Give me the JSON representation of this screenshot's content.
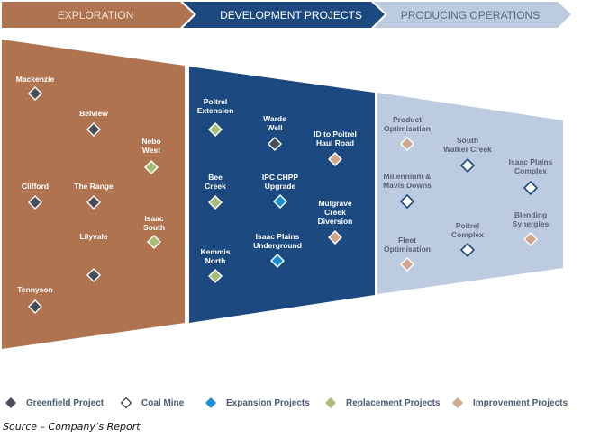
{
  "header": {
    "stages": [
      {
        "label": "EXPLORATION",
        "color": "#b07350",
        "text_color": "#f0e0d4"
      },
      {
        "label": "DEVELOPMENT PROJECTS",
        "color": "#1c4a80",
        "text_color": "#ffffff"
      },
      {
        "label": "PRODUCING OPERATIONS",
        "color": "#bccbdf",
        "text_color": "#5a6a86"
      }
    ]
  },
  "panels": [
    {
      "name": "exploration",
      "color": "#b07350",
      "label_color": "#ffffff",
      "projects": [
        {
          "label": [
            "Mackenzie"
          ],
          "type": "greenfield"
        },
        {
          "label": [
            "Belview"
          ],
          "type": "greenfield"
        },
        {
          "label": [
            "Nebo",
            "West"
          ],
          "type": "replacement"
        },
        {
          "label": [
            "Clifford"
          ],
          "type": "greenfield"
        },
        {
          "label": [
            "The Range"
          ],
          "type": "greenfield"
        },
        {
          "label": [
            "Isaac",
            "South"
          ],
          "type": "replacement"
        },
        {
          "label": [
            "Lilyvale"
          ],
          "type": "greenfield"
        },
        {
          "label": [
            "Tennyson"
          ],
          "type": "greenfield"
        }
      ]
    },
    {
      "name": "development",
      "color": "#1c4a80",
      "label_color": "#ffffff",
      "projects": [
        {
          "label": [
            "Poitrel",
            "Extension"
          ],
          "type": "replacement"
        },
        {
          "label": [
            "Wards",
            "Well"
          ],
          "type": "greenfield"
        },
        {
          "label": [
            "ID to Poitrel",
            "Haul Road"
          ],
          "type": "improvement"
        },
        {
          "label": [
            "Bee",
            "Creek"
          ],
          "type": "replacement"
        },
        {
          "label": [
            "IPC CHPP",
            "Upgrade"
          ],
          "type": "expansion"
        },
        {
          "label": [
            "Mulgrave",
            "Creek",
            "Diversion"
          ],
          "type": "improvement"
        },
        {
          "label": [
            "Kemmis",
            "North"
          ],
          "type": "replacement"
        },
        {
          "label": [
            "Isaac Plains",
            "Underground"
          ],
          "type": "expansion"
        }
      ]
    },
    {
      "name": "producing",
      "color": "#bccbdf",
      "label_color": "#5a6272",
      "projects": [
        {
          "label": [
            "Product",
            "Optimisation"
          ],
          "type": "improvement"
        },
        {
          "label": [
            "South",
            "Walker Creek"
          ],
          "type": "coal_mine"
        },
        {
          "label": [
            "Isaac Plains",
            "Complex"
          ],
          "type": "coal_mine"
        },
        {
          "label": [
            "Millennium &",
            "Mavis Downs"
          ],
          "type": "coal_mine"
        },
        {
          "label": [
            "Fleet",
            "Optimisation"
          ],
          "type": "improvement"
        },
        {
          "label": [
            "Poitrel",
            "Complex"
          ],
          "type": "coal_mine"
        },
        {
          "label": [
            "Blending",
            "Synergies"
          ],
          "type": "improvement"
        }
      ]
    }
  ],
  "legend": [
    {
      "key": "greenfield",
      "label": "Greenfield Project",
      "fill": "#474e59",
      "stroke": "#ffffff"
    },
    {
      "key": "coal_mine",
      "label": "Coal Mine",
      "fill": "#ffffff",
      "stroke": "#1c4a80"
    },
    {
      "key": "expansion",
      "label": "Expansion Projects",
      "fill": "#1a8fcf",
      "stroke": "#ffffff"
    },
    {
      "key": "replacement",
      "label": "Replacement Projects",
      "fill": "#a9bd7a",
      "stroke": "#ffffff"
    },
    {
      "key": "improvement",
      "label": "Improvement Projects",
      "fill": "#cfa58c",
      "stroke": "#ffffff"
    }
  ],
  "source": "Source – Company’s Report"
}
